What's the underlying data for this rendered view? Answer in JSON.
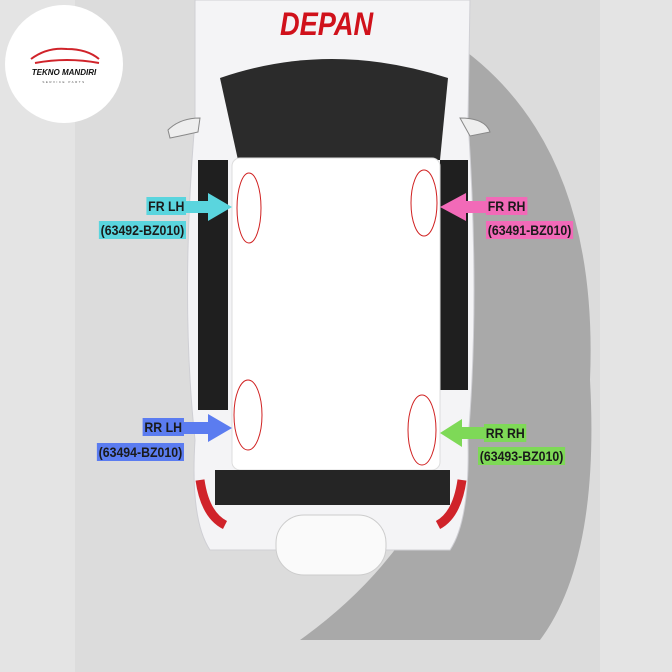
{
  "logo": {
    "name": "TEKNO MANDIRI",
    "tagline": "SERVICE PARTS"
  },
  "heading": "DEPAN",
  "labels": [
    {
      "position": "FR LH",
      "part": "(63492-BZ010)",
      "color": "#5ad5de"
    },
    {
      "position": "FR RH",
      "part": "(63491-BZ010)",
      "color": "#f26ab8"
    },
    {
      "position": "RR LH",
      "part": "(63494-BZ010)",
      "color": "#5b7cf0"
    },
    {
      "position": "RR RH",
      "part": "(63493-BZ010)",
      "color": "#7ed957"
    }
  ]
}
